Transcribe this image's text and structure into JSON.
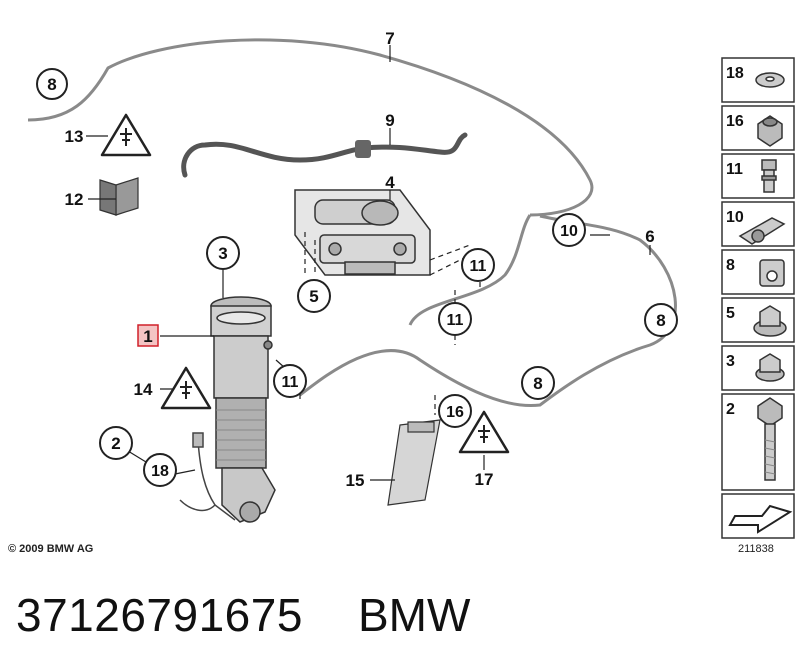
{
  "callouts": {
    "c1": "1",
    "c2": "2",
    "c3": "3",
    "c4": "4",
    "c5": "5",
    "c6": "6",
    "c7": "7",
    "c8": "8",
    "c9": "9",
    "c10": "10",
    "c11": "11",
    "c12": "12",
    "c13": "13",
    "c14": "14",
    "c15": "15",
    "c16": "16",
    "c17": "17",
    "c18": "18"
  },
  "legend": {
    "items": [
      "18",
      "16",
      "11",
      "10",
      "8",
      "5",
      "3",
      "2"
    ]
  },
  "footer": {
    "copyright": "© 2009 BMW AG",
    "drawing_number": "211838",
    "part_number": "37126791675",
    "brand": "BMW"
  },
  "colors": {
    "highlight": "#d0202a",
    "highlight_fill": "#f4c4c4",
    "line": "#222222",
    "tube": "#9a9a9a"
  }
}
